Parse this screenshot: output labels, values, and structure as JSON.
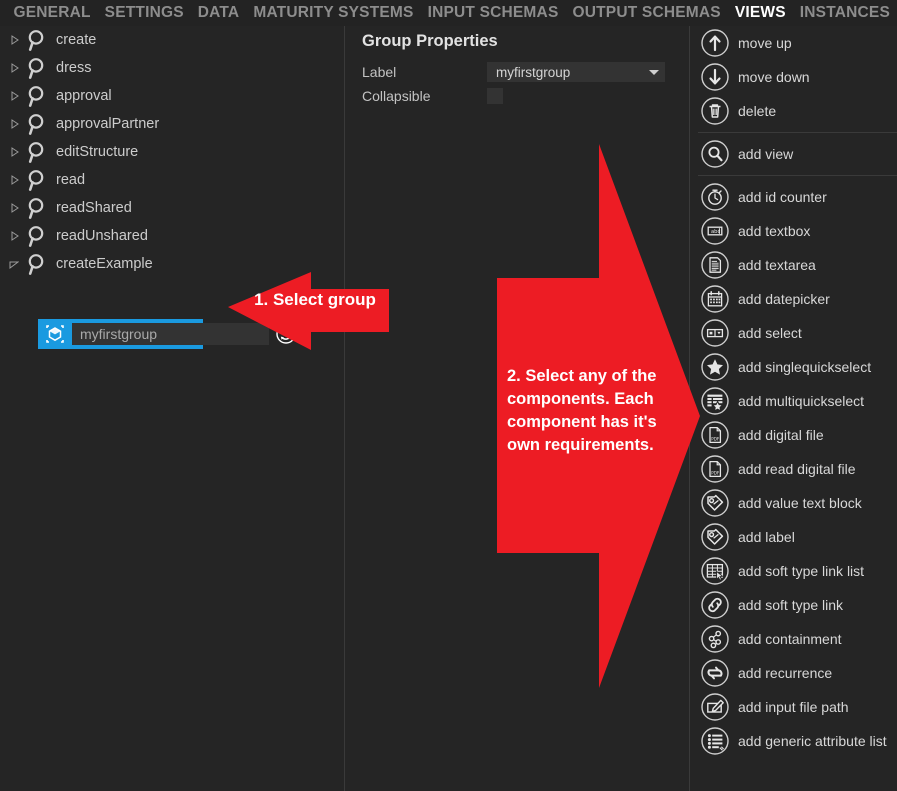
{
  "topnav": {
    "items": [
      {
        "label": "GENERAL",
        "active": false
      },
      {
        "label": "SETTINGS",
        "active": false
      },
      {
        "label": "DATA",
        "active": false
      },
      {
        "label": "MATURITY SYSTEMS",
        "active": false
      },
      {
        "label": "INPUT SCHEMAS",
        "active": false
      },
      {
        "label": "OUTPUT SCHEMAS",
        "active": false
      },
      {
        "label": "VIEWS",
        "active": true
      },
      {
        "label": "INSTANCES",
        "active": false
      }
    ]
  },
  "tree": {
    "items": [
      {
        "label": "create",
        "expanded": false
      },
      {
        "label": "dress",
        "expanded": false
      },
      {
        "label": "approval",
        "expanded": false
      },
      {
        "label": "approvalPartner",
        "expanded": false
      },
      {
        "label": "editStructure",
        "expanded": false
      },
      {
        "label": "read",
        "expanded": false
      },
      {
        "label": "readShared",
        "expanded": false
      },
      {
        "label": "readUnshared",
        "expanded": false
      },
      {
        "label": "createExample",
        "expanded": true
      }
    ],
    "selected_group": {
      "value": "myfirstgroup",
      "placeholder": "myfirstgroup",
      "icon": "cube-icon",
      "refresh_icon": "refresh-icon"
    }
  },
  "properties": {
    "title": "Group Properties",
    "label_field": {
      "label": "Label",
      "value": "myfirstgroup"
    },
    "collapsible_field": {
      "label": "Collapsible",
      "checked": false
    }
  },
  "actions": {
    "groups": [
      {
        "items": [
          {
            "label": "move up",
            "icon": "arrow-up-circle-icon"
          },
          {
            "label": "move down",
            "icon": "arrow-down-circle-icon"
          },
          {
            "label": "delete",
            "icon": "trash-icon"
          }
        ]
      },
      {
        "items": [
          {
            "label": "add view",
            "icon": "magnifier-icon"
          }
        ]
      },
      {
        "items": [
          {
            "label": "add id counter",
            "icon": "stopwatch-icon"
          },
          {
            "label": "add textbox",
            "icon": "textbox-icon"
          },
          {
            "label": "add textarea",
            "icon": "document-lines-icon"
          },
          {
            "label": "add datepicker",
            "icon": "calendar-icon"
          },
          {
            "label": "add select",
            "icon": "select-box-icon"
          },
          {
            "label": "add singlequickselect",
            "icon": "star-icon"
          },
          {
            "label": "add multiquickselect",
            "icon": "list-star-icon"
          },
          {
            "label": "add digital file",
            "icon": "pdf-file-icon"
          },
          {
            "label": "add read digital file",
            "icon": "pdf-file-icon"
          },
          {
            "label": "add value text block",
            "icon": "tag-icon"
          },
          {
            "label": "add label",
            "icon": "tag-icon"
          },
          {
            "label": "add soft type link list",
            "icon": "table-cursor-icon"
          },
          {
            "label": "add soft type link",
            "icon": "link-icon"
          },
          {
            "label": "add containment",
            "icon": "nodes-icon"
          },
          {
            "label": "add recurrence",
            "icon": "recurrence-icon"
          },
          {
            "label": "add input file path",
            "icon": "input-path-icon"
          },
          {
            "label": "add generic attribute list",
            "icon": "attribute-list-icon"
          }
        ]
      }
    ]
  },
  "annotations": {
    "arrow1": {
      "text": "1. Select group",
      "color": "#ed1c24"
    },
    "arrow2": {
      "line1": "2. Select any of the",
      "line2": "components. Each",
      "line3": "component has it's",
      "line4": "own requirements.",
      "color": "#ed1c24"
    }
  },
  "colors": {
    "background": "#252525",
    "panel_divider": "#3a3a3a",
    "accent_blue": "#1a9ae0",
    "annotation_red": "#ed1c24",
    "text_primary": "#d8d8d8",
    "text_muted": "#8d8d8d"
  }
}
